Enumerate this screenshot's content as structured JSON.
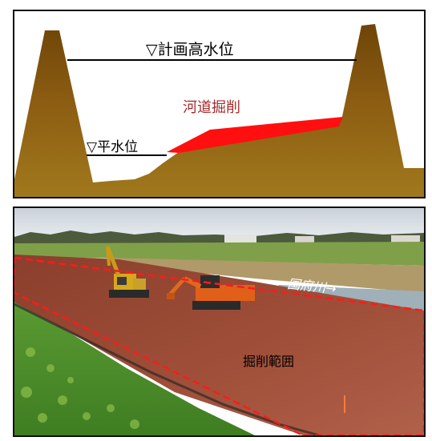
{
  "cross_section": {
    "planned_high_water_label": "▽計画高水位",
    "normal_water_label": "▽平水位",
    "excavation_label": "河道掘削",
    "colors": {
      "levee": "#8a5a0c",
      "excavation": "#ff0f0f",
      "excavation_text": "#a52a2a",
      "water_line": "#000000"
    }
  },
  "photo": {
    "river_label": "国府川→",
    "excavation_range_label": "掘削範囲",
    "colors": {
      "outline": "#ff1a1a",
      "soil": "#9c4a35",
      "grass": "#4a8a2a",
      "sky": "#dde3e8"
    },
    "equipment": [
      "excavator-icon",
      "excavator-icon"
    ]
  }
}
